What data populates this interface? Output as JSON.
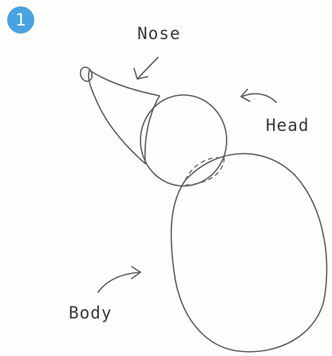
{
  "step": {
    "number": "1",
    "badge_color": "#4aa3df"
  },
  "labels": {
    "nose": "Nose",
    "head": "Head",
    "body": "Body"
  },
  "colors": {
    "pencil": "#555555",
    "text": "#3a3a3a"
  }
}
